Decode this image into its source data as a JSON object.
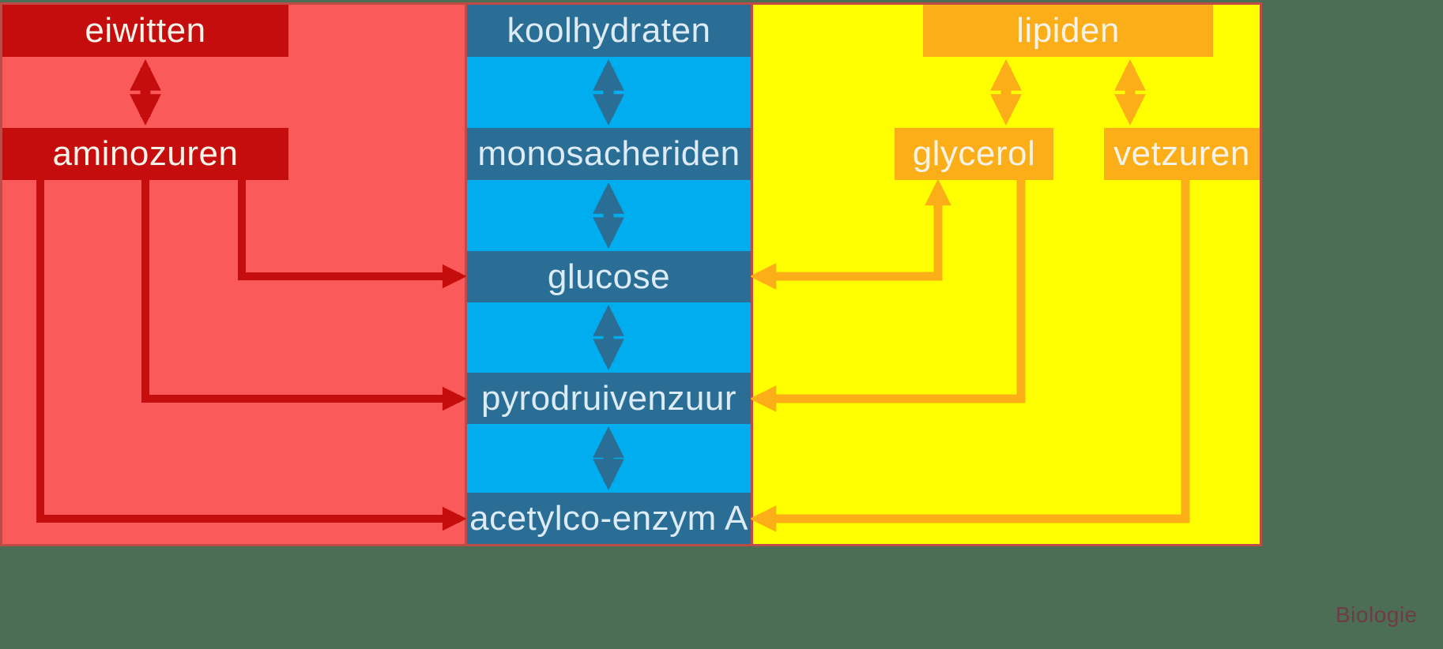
{
  "watermark": "Biologie",
  "colors": {
    "background": "#4C6E55",
    "panel_border": "#BE4B45",
    "protein_panel_bg": "#FA5A5A",
    "protein_box": "#C60D0D",
    "carb_panel_bg": "#00AEEF",
    "carb_band": "#2A6E96",
    "lipid_panel_bg": "#FFFF00",
    "lipid_box": "#FBAE17",
    "box_text": "#F5F3E7",
    "band_text": "#DCEBF5",
    "watermark_text": "#6E3B47"
  },
  "protein_column": {
    "boxes": [
      {
        "label": "eiwitten"
      },
      {
        "label": "aminozuren"
      }
    ]
  },
  "carb_column": {
    "bands": [
      {
        "label": "koolhydraten"
      },
      {
        "label": "monosacheriden"
      },
      {
        "label": "glucose"
      },
      {
        "label": "pyrodruivenzuur"
      },
      {
        "label": "acetylco-enzym A"
      }
    ]
  },
  "lipid_column": {
    "boxes": [
      {
        "label": "lipiden"
      },
      {
        "label": "glycerol"
      },
      {
        "label": "vetzuren"
      }
    ]
  },
  "connections": [
    {
      "from": "eiwitten",
      "to": "aminozuren",
      "style": "double-headed"
    },
    {
      "from": "koolhydraten",
      "to": "monosacheriden",
      "style": "double-headed"
    },
    {
      "from": "monosacheriden",
      "to": "glucose",
      "style": "double-headed"
    },
    {
      "from": "glucose",
      "to": "pyrodruivenzuur",
      "style": "double-headed"
    },
    {
      "from": "pyrodruivenzuur",
      "to": "acetylco-enzym A",
      "style": "double-headed"
    },
    {
      "from": "lipiden",
      "to": "glycerol",
      "style": "double-headed"
    },
    {
      "from": "lipiden",
      "to": "vetzuren",
      "style": "double-headed"
    },
    {
      "from": "aminozuren",
      "to": "glucose",
      "style": "single-headed"
    },
    {
      "from": "aminozuren",
      "to": "pyrodruivenzuur",
      "style": "single-headed"
    },
    {
      "from": "aminozuren",
      "to": "acetylco-enzym A",
      "style": "single-headed"
    },
    {
      "from": "glucose",
      "to": "glycerol",
      "style": "double-headed"
    },
    {
      "from": "glycerol",
      "to": "pyrodruivenzuur",
      "style": "single-headed"
    },
    {
      "from": "vetzuren",
      "to": "acetylco-enzym A",
      "style": "single-headed"
    }
  ]
}
